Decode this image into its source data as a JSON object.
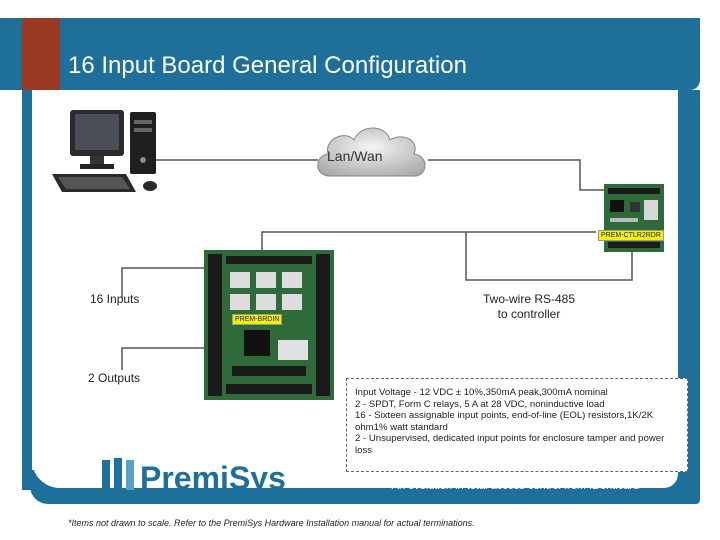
{
  "slide": {
    "title": "16 Input Board General Configuration",
    "network_label": "Lan/Wan",
    "controller_tag": "PREM-CTLR2RDR",
    "board_tag": "PREM-BRDIN",
    "inputs_label": "16 Inputs",
    "outputs_label": "2 Outputs",
    "rs485_label_line1": "Two-wire RS-485",
    "rs485_label_line2": "to controller",
    "specs": [
      "Input Voltage - 12 VDC ± 10%,350mA peak,300mA nominal",
      "2 - SPDT, Form C relays, 5 A at 28 VDC, noninductive load",
      "16 - Sixteen assignable input points, end-of-line (EOL) resistors,1K/2K ohm1% watt standard",
      "2 - Unsupervised, dedicated input points for enclosure tamper and power loss"
    ],
    "logo_text": "PremiSys",
    "tagline": "An evolution in total access control from IDenticard",
    "footnote": "*Items not drawn to scale. Refer to the PremiSys Hardware Installation manual for actual terminations."
  },
  "colors": {
    "frame": "#1e6f9a",
    "accent": "#9a3a22",
    "tag": "#f2f200",
    "board": "#2f6b3a"
  },
  "icons": [
    "computer-icon",
    "cloud-icon",
    "controller-board-icon",
    "input-board-icon",
    "premisys-logo-icon"
  ]
}
